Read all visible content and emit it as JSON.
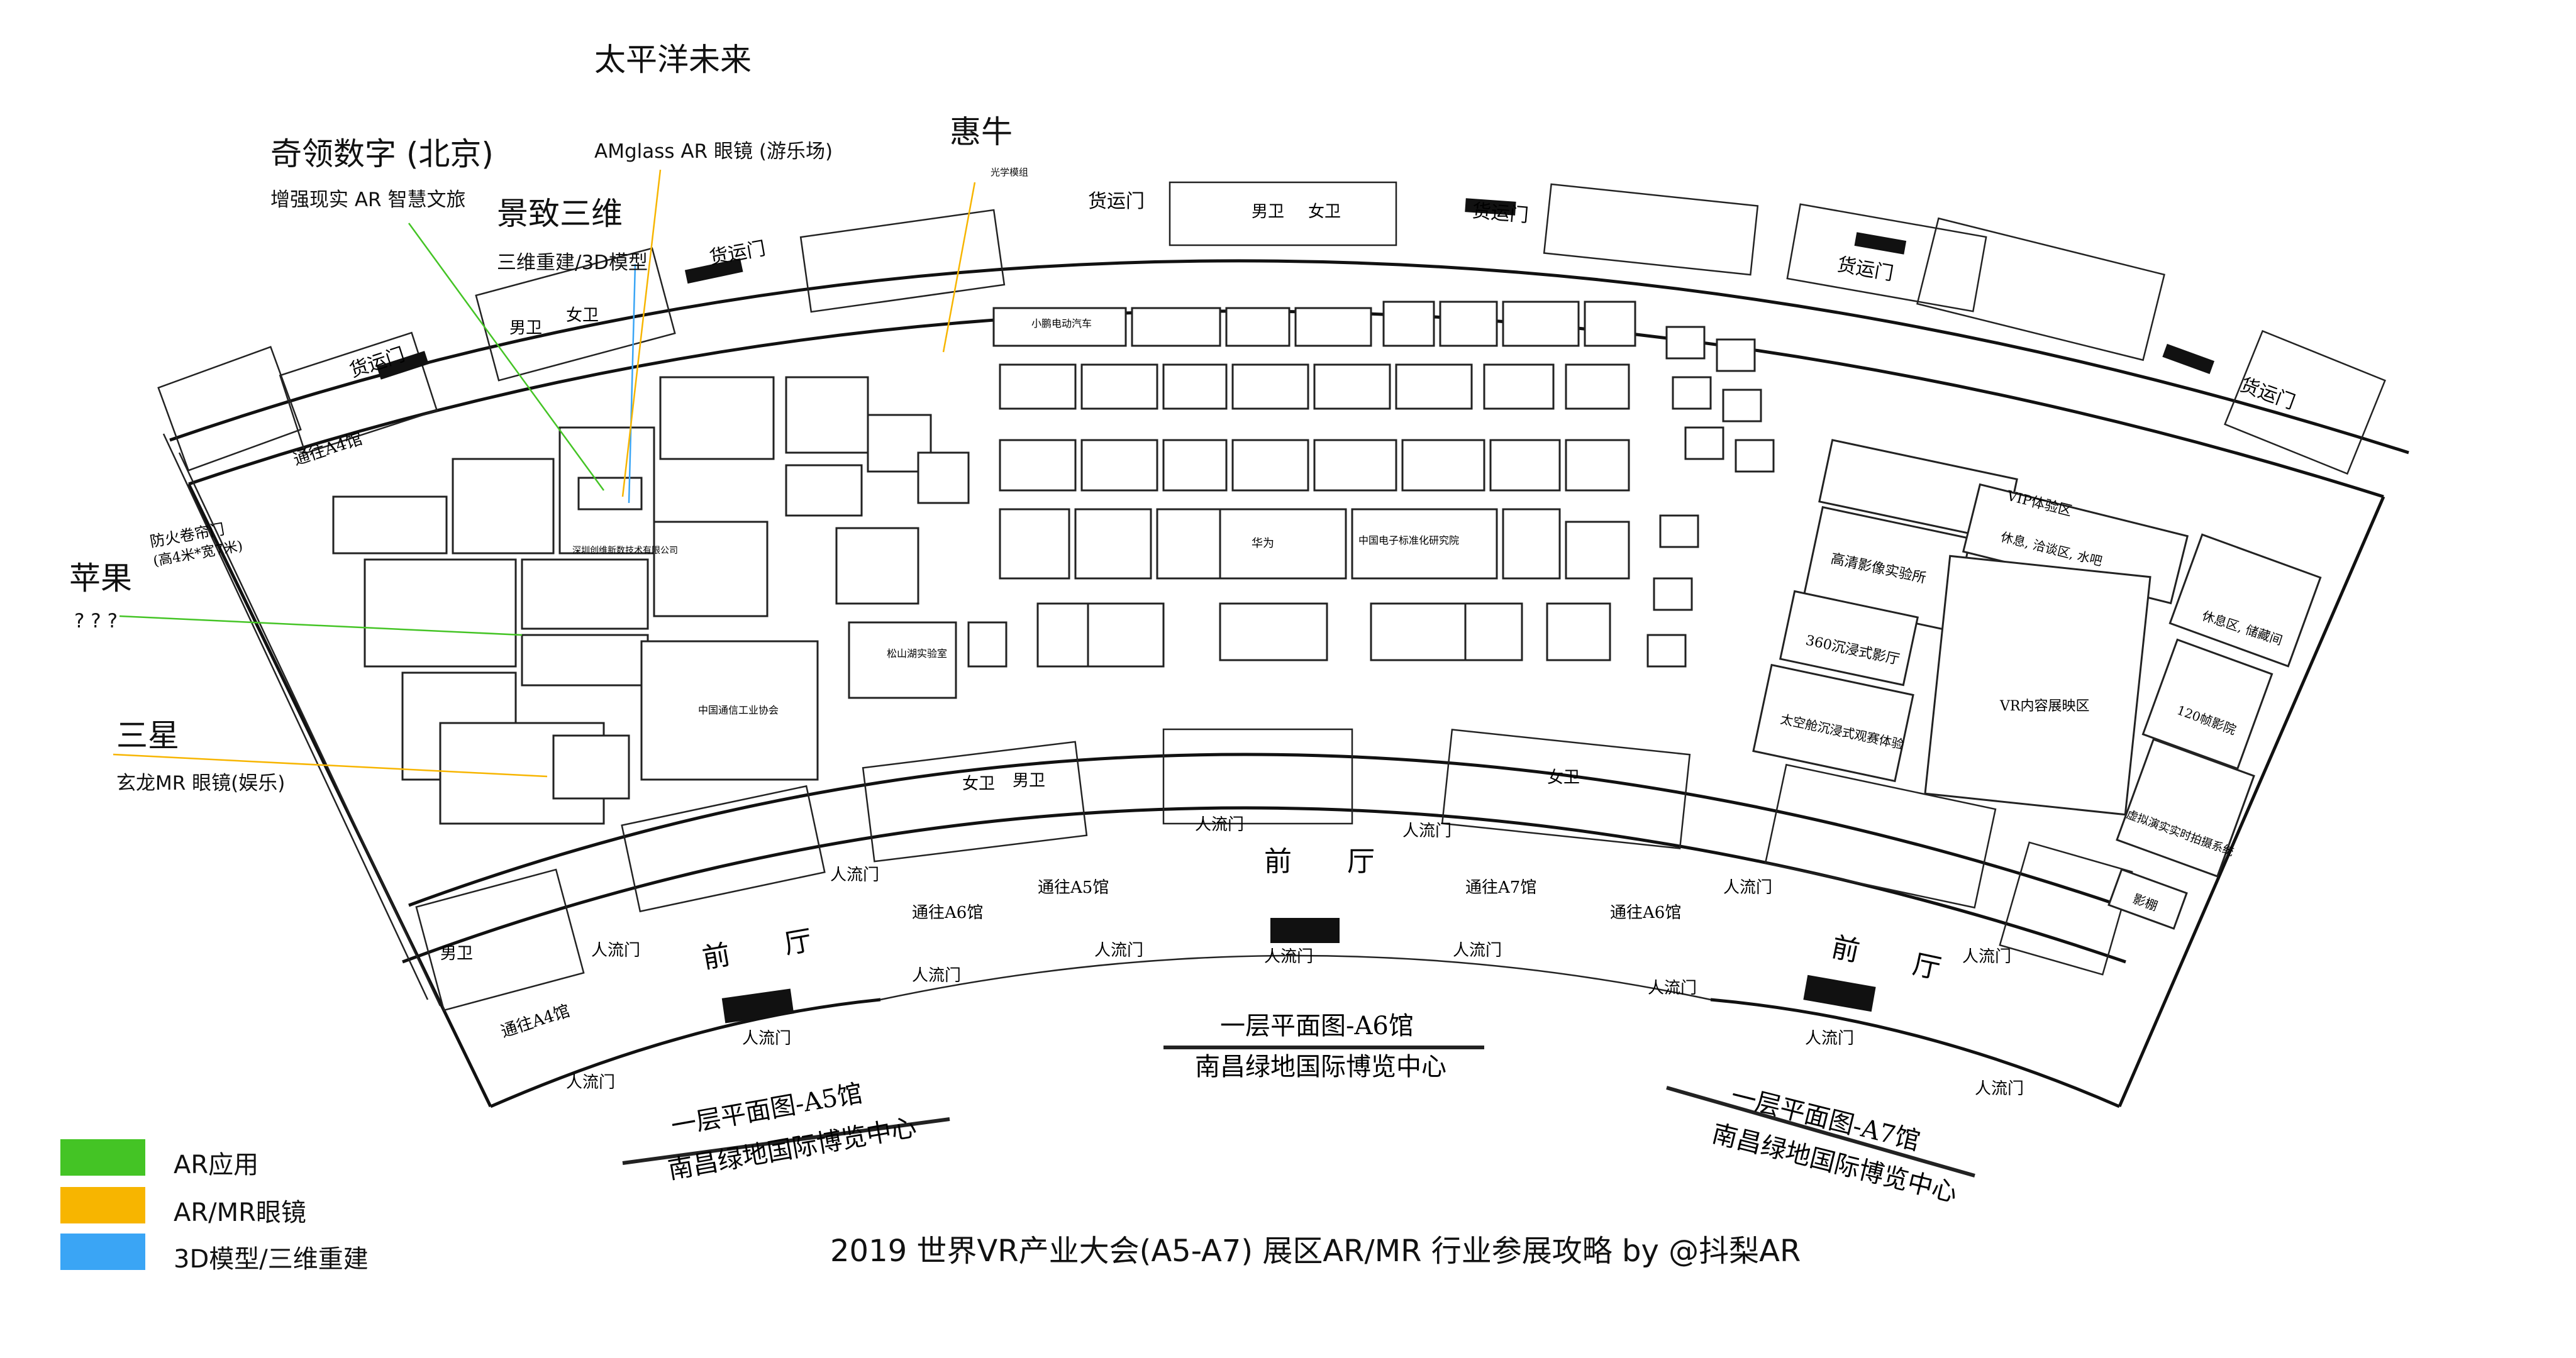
{
  "footer_title": "2019 世界VR产业大会(A5-A7) 展区AR/MR 行业参展攻略 by  @抖梨AR",
  "legend": [
    {
      "label": "AR应用",
      "color": "#44c425"
    },
    {
      "label": "AR/MR眼镜",
      "color": "#f7b500"
    },
    {
      "label": "3D模型/三维重建",
      "color": "#3aa5f5"
    }
  ],
  "annotations": {
    "qiling": {
      "title": "奇领数字 (北京)",
      "subtitle": "增强现实 AR 智慧文旅"
    },
    "pacific": {
      "title": "太平洋未来",
      "subtitle": "AMglass AR 眼镜 (游乐场)"
    },
    "jingzhi": {
      "title": "景致三维",
      "subtitle": "三维重建/3D模型"
    },
    "huiniu": {
      "title": "惠牛",
      "subtitle": "光学模组"
    },
    "apple": {
      "title": "苹果",
      "subtitle": "? ? ?"
    },
    "samsung": {
      "title": "三星",
      "subtitle": "玄龙MR 眼镜(娱乐)"
    }
  },
  "hall_titles": {
    "a5": {
      "line1": "一层平面图-A5馆",
      "line2": "南昌绿地国际博览中心"
    },
    "a6": {
      "line1": "一层平面图-A6馆",
      "line2": "南昌绿地国际博览中心"
    },
    "a7": {
      "line1": "一层平面图-A7馆",
      "line2": "南昌绿地国际博览中心"
    }
  },
  "map_labels": {
    "cargo_door": "货运门",
    "entrance": "人流门",
    "front_hall": "前　　厅",
    "men_wc": "男卫",
    "women_wc": "女卫",
    "to_a4": "通往A4馆",
    "to_a5": "通往A5馆",
    "to_a6": "通往A6馆",
    "to_a7": "通往A7馆",
    "fire_door_1": "防火卷帘门",
    "fire_door_2": "(高4米*宽7米)",
    "vip": "VIP体验区",
    "rest_drink": "休息, 洽谈区, 水吧",
    "rest_storage": "休息区, 储藏间",
    "hd_lab": "高清影像实验所",
    "immersive360": "360沉浸式影厅",
    "space_cabin": "太空舱沉浸式观赛体验",
    "vr_content": "VR内容展映区",
    "theater120": "120帧影院",
    "virtual_studio": "虚拟演实实时拍摄系统",
    "studio": "影棚",
    "china_elec": "中国电子标准化研究院",
    "china_info": "中国通信工业协会",
    "shenzhen": "深圳创维新数技术有限公司",
    "a5_booth": "小鹏电动汽车",
    "huawei": "华为",
    "area_a": "松山湖实验室"
  }
}
